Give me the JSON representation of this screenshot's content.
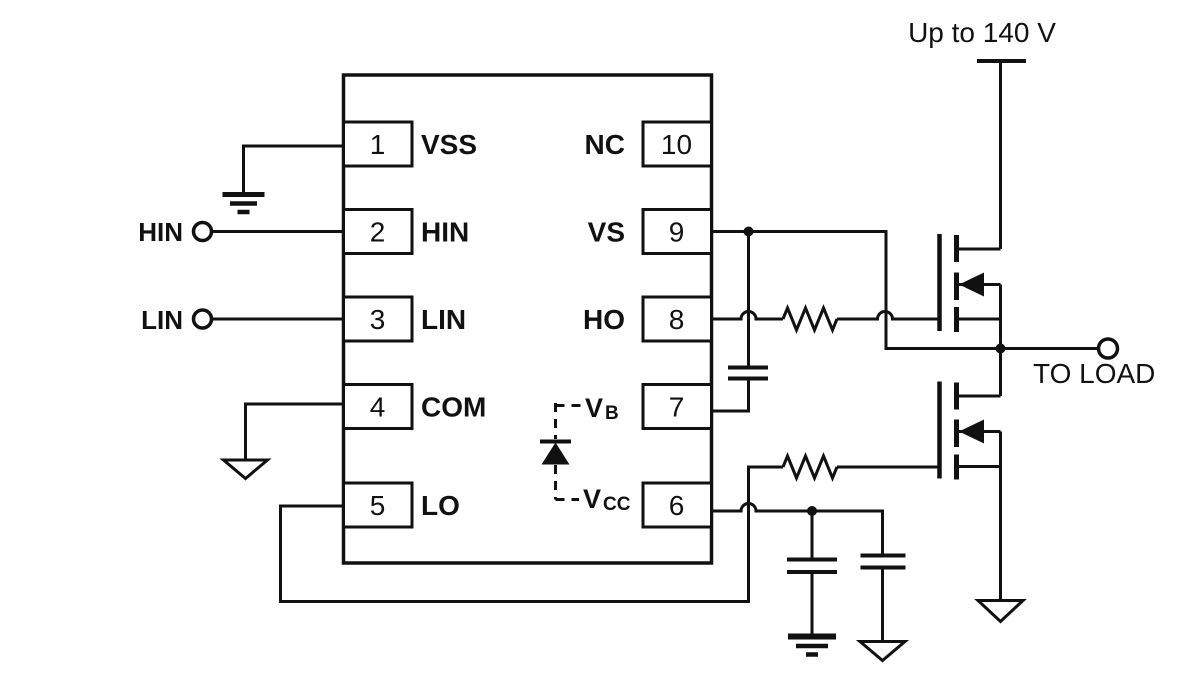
{
  "diagram": {
    "type": "circuit-schematic",
    "description": "High/low-side gate driver IC driving a half-bridge of two N-channel MOSFETs",
    "supply_label": "Up to 140 V",
    "load_label": "TO LOAD",
    "input_terminals": {
      "hin": "HIN",
      "lin": "LIN"
    },
    "ic": {
      "left_pins": [
        {
          "number": "1",
          "label": "VSS"
        },
        {
          "number": "2",
          "label": "HIN"
        },
        {
          "number": "3",
          "label": "LIN"
        },
        {
          "number": "4",
          "label": "COM"
        },
        {
          "number": "5",
          "label": "LO"
        }
      ],
      "right_pins": [
        {
          "number": "10",
          "label": "NC"
        },
        {
          "number": "9",
          "label": "VS"
        },
        {
          "number": "8",
          "label": "HO"
        },
        {
          "number": "7",
          "label": ""
        },
        {
          "number": "6",
          "label": ""
        }
      ],
      "internal_labels": {
        "vb": {
          "main": "V",
          "sub": "B"
        },
        "vcc": {
          "main": "V",
          "sub": "CC"
        }
      }
    },
    "colors": {
      "ink": "#111111",
      "background": "#ffffff"
    }
  }
}
